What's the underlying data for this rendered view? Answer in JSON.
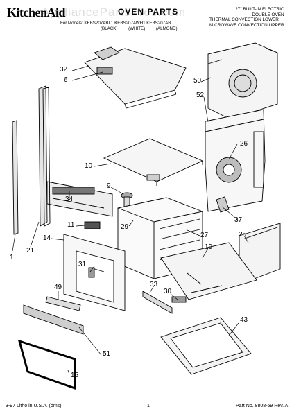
{
  "header": {
    "brand": "KitchenAid",
    "title": "OVEN PARTS",
    "watermark": "AppliancePartsPros.com",
    "models": [
      "For Models: KEBS207ABL1 KEBS207AWH1 KEBS207AB",
      "(BLACK)          (WHITE)          (ALMOND)"
    ],
    "colors": [
      "(BLACK)",
      "(WHITE)",
      "(ALMOND)"
    ],
    "description": [
      "27\" BUILT-IN ELECTRIC",
      "DOUBLE OVEN",
      "THERMAL CONVECTION LOWER",
      "MICROWAVE CONVECTION UPPER"
    ]
  },
  "callouts": [
    {
      "id": "32",
      "text": "32"
    },
    {
      "id": "6",
      "text": "6"
    },
    {
      "id": "50",
      "text": "50"
    },
    {
      "id": "52",
      "text": "52"
    },
    {
      "id": "26",
      "text": "26"
    },
    {
      "id": "10",
      "text": "10"
    },
    {
      "id": "9",
      "text": "9"
    },
    {
      "id": "34",
      "text": "34"
    },
    {
      "id": "11",
      "text": "11"
    },
    {
      "id": "29",
      "text": "29"
    },
    {
      "id": "37",
      "text": "37"
    },
    {
      "id": "27",
      "text": "27"
    },
    {
      "id": "25",
      "text": "25"
    },
    {
      "id": "14",
      "text": "14"
    },
    {
      "id": "21",
      "text": "21"
    },
    {
      "id": "1",
      "text": "1"
    },
    {
      "id": "19",
      "text": "19"
    },
    {
      "id": "31",
      "text": "31"
    },
    {
      "id": "49",
      "text": "49"
    },
    {
      "id": "33",
      "text": "33"
    },
    {
      "id": "30",
      "text": "30"
    },
    {
      "id": "43",
      "text": "43"
    },
    {
      "id": "51",
      "text": "51"
    },
    {
      "id": "15",
      "text": "15"
    }
  ],
  "footer": {
    "left": "3-97 Litho in U.S.A. (dms)",
    "center": "1",
    "right": "Part No. 8808-59 Rev. A"
  }
}
